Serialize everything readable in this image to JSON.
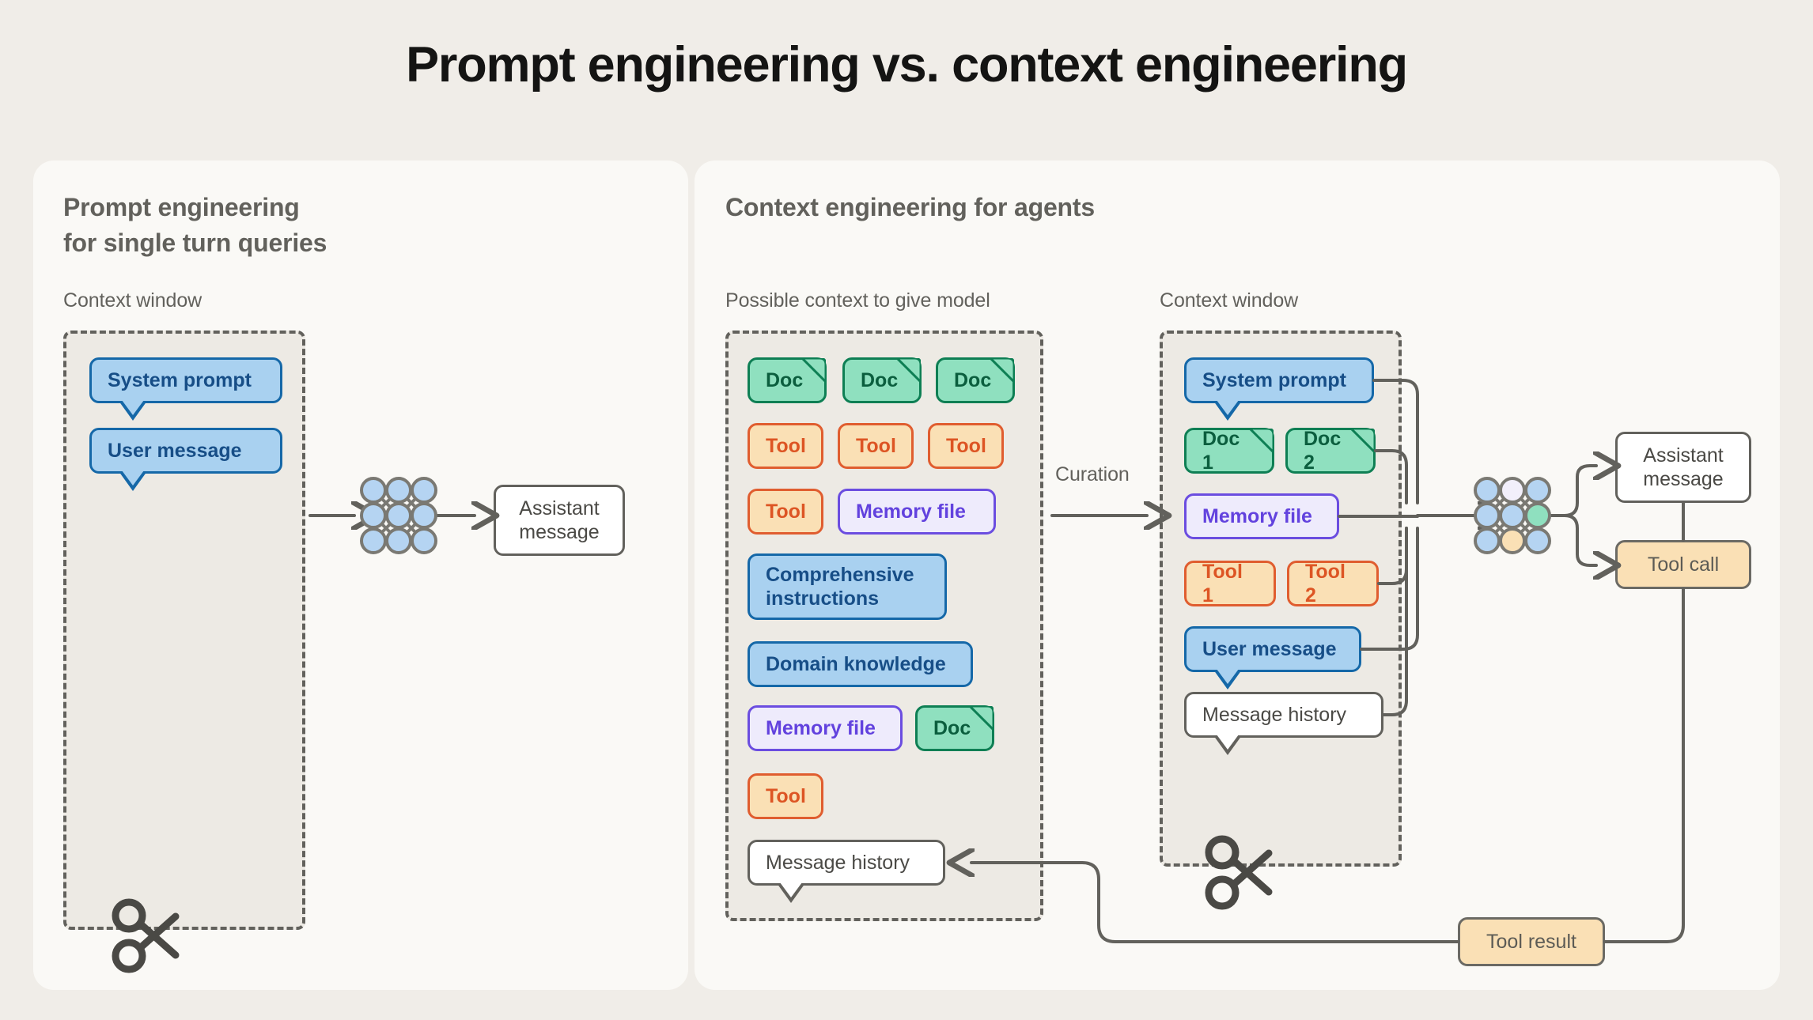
{
  "page": {
    "title": "Prompt engineering vs. context engineering",
    "bg_color": "#F0EDE8",
    "card_color": "#FAF9F6"
  },
  "colors": {
    "blue_fill": "#A9D1F0",
    "blue_border": "#1568A8",
    "blue_text": "#174E87",
    "green_fill": "#8FE0BF",
    "green_border": "#0E7F54",
    "green_text": "#0B5E3E",
    "orange_fill": "#FAE0B5",
    "orange_border": "#E05D2F",
    "orange_text": "#DD5524",
    "purple_fill": "#EEEBFC",
    "purple_border": "#6B4DE0",
    "purple_text": "#6242DE",
    "neutral_border": "#62615C",
    "neutral_text": "#4A4945",
    "dashbox_fill": "#EDEAE4"
  },
  "left_panel": {
    "heading": "Prompt engineering\nfor single turn queries",
    "context_label": "Context window",
    "items": [
      {
        "label": "System prompt",
        "kind": "blue-bubble"
      },
      {
        "label": "User message",
        "kind": "blue-bubble"
      }
    ],
    "scissors_icon": "scissors-icon",
    "model_icon": "neural-network-icon",
    "output": {
      "label": "Assistant\nmessage",
      "kind": "plain-box"
    }
  },
  "right_panel": {
    "heading": "Context engineering for agents",
    "possible_label": "Possible context to give model",
    "context_label": "Context window",
    "curation_label": "Curation",
    "possible_items": [
      {
        "label": "Doc",
        "kind": "doc"
      },
      {
        "label": "Doc",
        "kind": "doc"
      },
      {
        "label": "Doc",
        "kind": "doc"
      },
      {
        "label": "Tool",
        "kind": "tool"
      },
      {
        "label": "Tool",
        "kind": "tool"
      },
      {
        "label": "Tool",
        "kind": "tool"
      },
      {
        "label": "Tool",
        "kind": "tool"
      },
      {
        "label": "Memory file",
        "kind": "memory"
      },
      {
        "label": "Comprehensive\ninstructions",
        "kind": "blue"
      },
      {
        "label": "Domain knowledge",
        "kind": "blue"
      },
      {
        "label": "Memory file",
        "kind": "memory"
      },
      {
        "label": "Doc",
        "kind": "doc"
      },
      {
        "label": "Tool",
        "kind": "tool"
      },
      {
        "label": "Message history",
        "kind": "plain-bubble"
      }
    ],
    "context_items": [
      {
        "label": "System prompt",
        "kind": "blue-bubble"
      },
      {
        "label": "Doc 1",
        "kind": "doc"
      },
      {
        "label": "Doc 2",
        "kind": "doc"
      },
      {
        "label": "Memory file",
        "kind": "memory"
      },
      {
        "label": "Tool 1",
        "kind": "tool"
      },
      {
        "label": "Tool 2",
        "kind": "tool"
      },
      {
        "label": "User message",
        "kind": "blue-bubble"
      },
      {
        "label": "Message history",
        "kind": "plain-bubble"
      }
    ],
    "scissors_icon": "scissors-icon",
    "model_icon": "neural-network-icon",
    "outputs": [
      {
        "label": "Assistant\nmessage",
        "kind": "plain-box"
      },
      {
        "label": "Tool call",
        "kind": "cream-box"
      }
    ],
    "tool_result": {
      "label": "Tool result",
      "kind": "cream-box"
    }
  }
}
